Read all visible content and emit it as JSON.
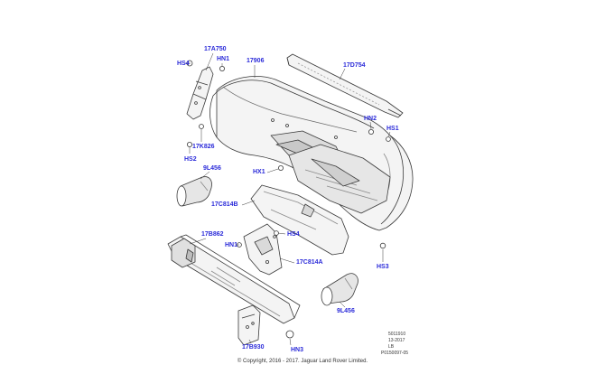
{
  "callouts": {
    "c17A750": "17A750",
    "cHS4_top": "HS4",
    "cHN1_top": "HN1",
    "c17906": "17906",
    "c17D754": "17D754",
    "cHN2": "HN2",
    "cHS1": "HS1",
    "c17K826": "17K826",
    "cHS2": "HS2",
    "c9L456_top": "9L456",
    "cHX1": "HX1",
    "c17C814B": "17C814B",
    "c17B862": "17B862",
    "cHN1_mid": "HN1",
    "cHS4_mid": "HS4",
    "c17C814A": "17C814A",
    "cHS3": "HS3",
    "c9L456_bot": "9L456",
    "c17B930": "17B930",
    "cHN3": "HN3"
  },
  "stamp": {
    "line1": "5011910",
    "line2": "13-2017",
    "line3": "LB",
    "line4": "P0150097-05"
  },
  "copyright": "© Copyright, 2016 - 2017. Jaguar Land Rover Limited.",
  "colors": {
    "callout_text": "#2b2bd9",
    "line_art": "#3a3a3a",
    "part_fill": "#f4f4f4",
    "shading": "#d9d9d9"
  }
}
